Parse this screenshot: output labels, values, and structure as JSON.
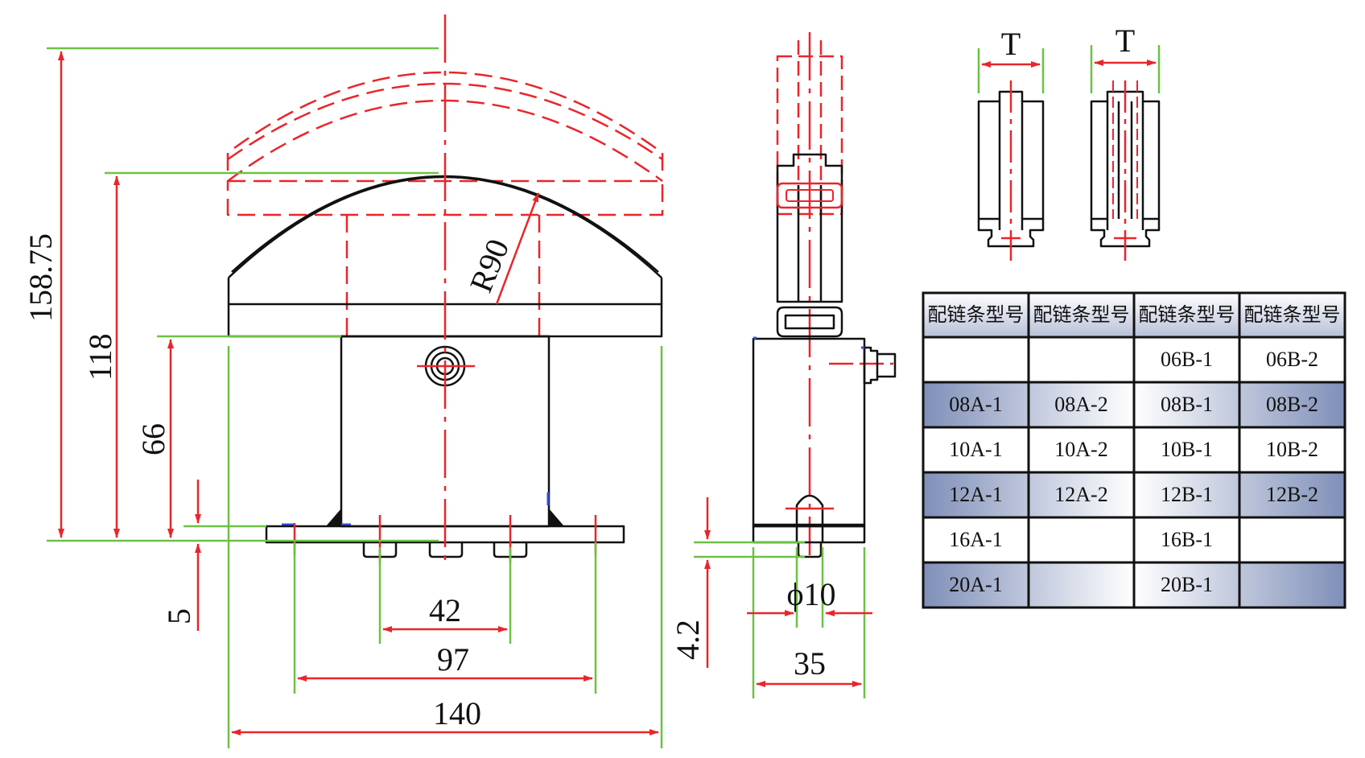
{
  "colors": {
    "outline": "#111111",
    "hidden": "#e8262b",
    "extension": "#6cc243",
    "marker": "#2d4fd8",
    "row_shade_dark": "#7f8fb8",
    "row_shade_light": "#ffffff"
  },
  "dimensions": {
    "height_total": "158.75",
    "height_cover": "118",
    "height_body": "66",
    "plate_thickness": "5",
    "radius": "R90",
    "hole_spacing": "42",
    "mount_spacing": "97",
    "width_total": "140",
    "side_offset": "4.2",
    "shaft_diameter": "ϕ10",
    "side_width": "35",
    "track_width_1": "T",
    "track_width_2": "T"
  },
  "table": {
    "headers": [
      "配链条型号",
      "配链条型号",
      "配链条型号",
      "配链条型号"
    ],
    "rows": [
      [
        "",
        "",
        "06B-1",
        "06B-2"
      ],
      [
        "08A-1",
        "08A-2",
        "08B-1",
        "08B-2"
      ],
      [
        "10A-1",
        "10A-2",
        "10B-1",
        "10B-2"
      ],
      [
        "12A-1",
        "12A-2",
        "12B-1",
        "12B-2"
      ],
      [
        "16A-1",
        "",
        "16B-1",
        ""
      ],
      [
        "20A-1",
        "",
        "20B-1",
        ""
      ]
    ]
  }
}
